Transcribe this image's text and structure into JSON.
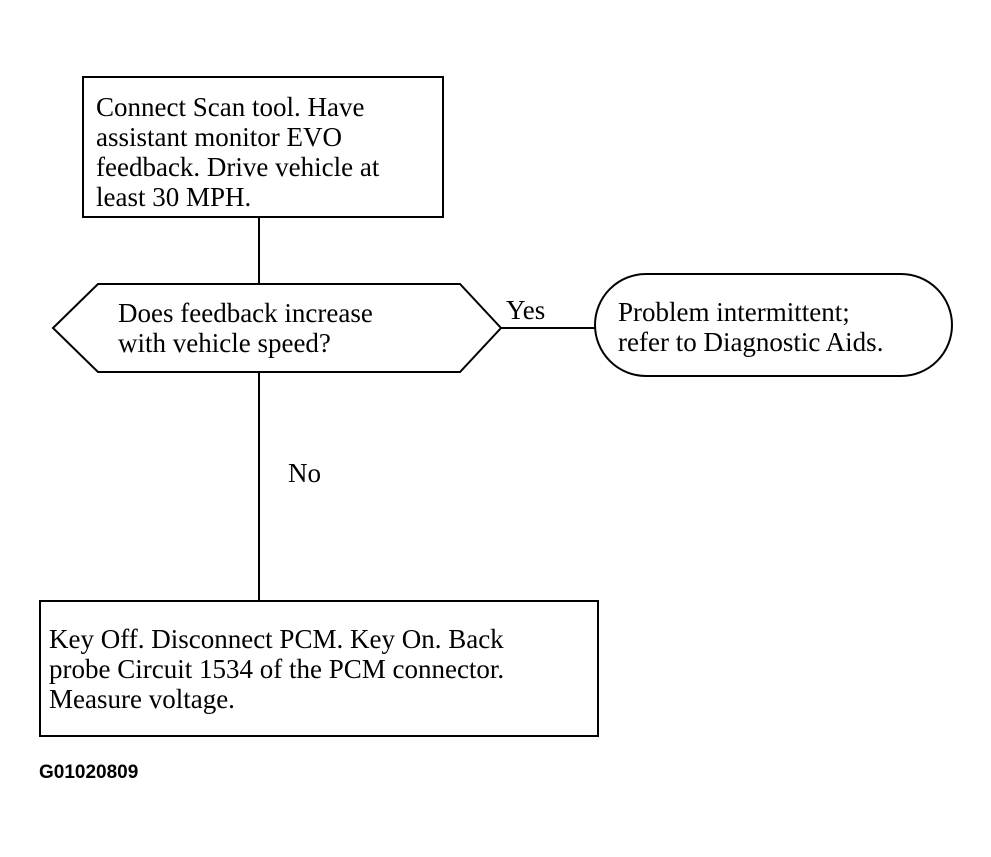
{
  "flowchart": {
    "step1": "Connect Scan tool. Have\nassistant monitor EVO\nfeedback. Drive vehicle at\nleast 30 MPH.",
    "decision": "Does feedback increase\nwith vehicle speed?",
    "yes_label": "Yes",
    "yes_result": "Problem intermittent;\nrefer to Diagnostic Aids.",
    "no_label": "No",
    "step3": "Key Off. Disconnect PCM. Key On. Back\nprobe Circuit 1534 of the PCM connector.\nMeasure voltage."
  },
  "figure_id": "G01020809"
}
